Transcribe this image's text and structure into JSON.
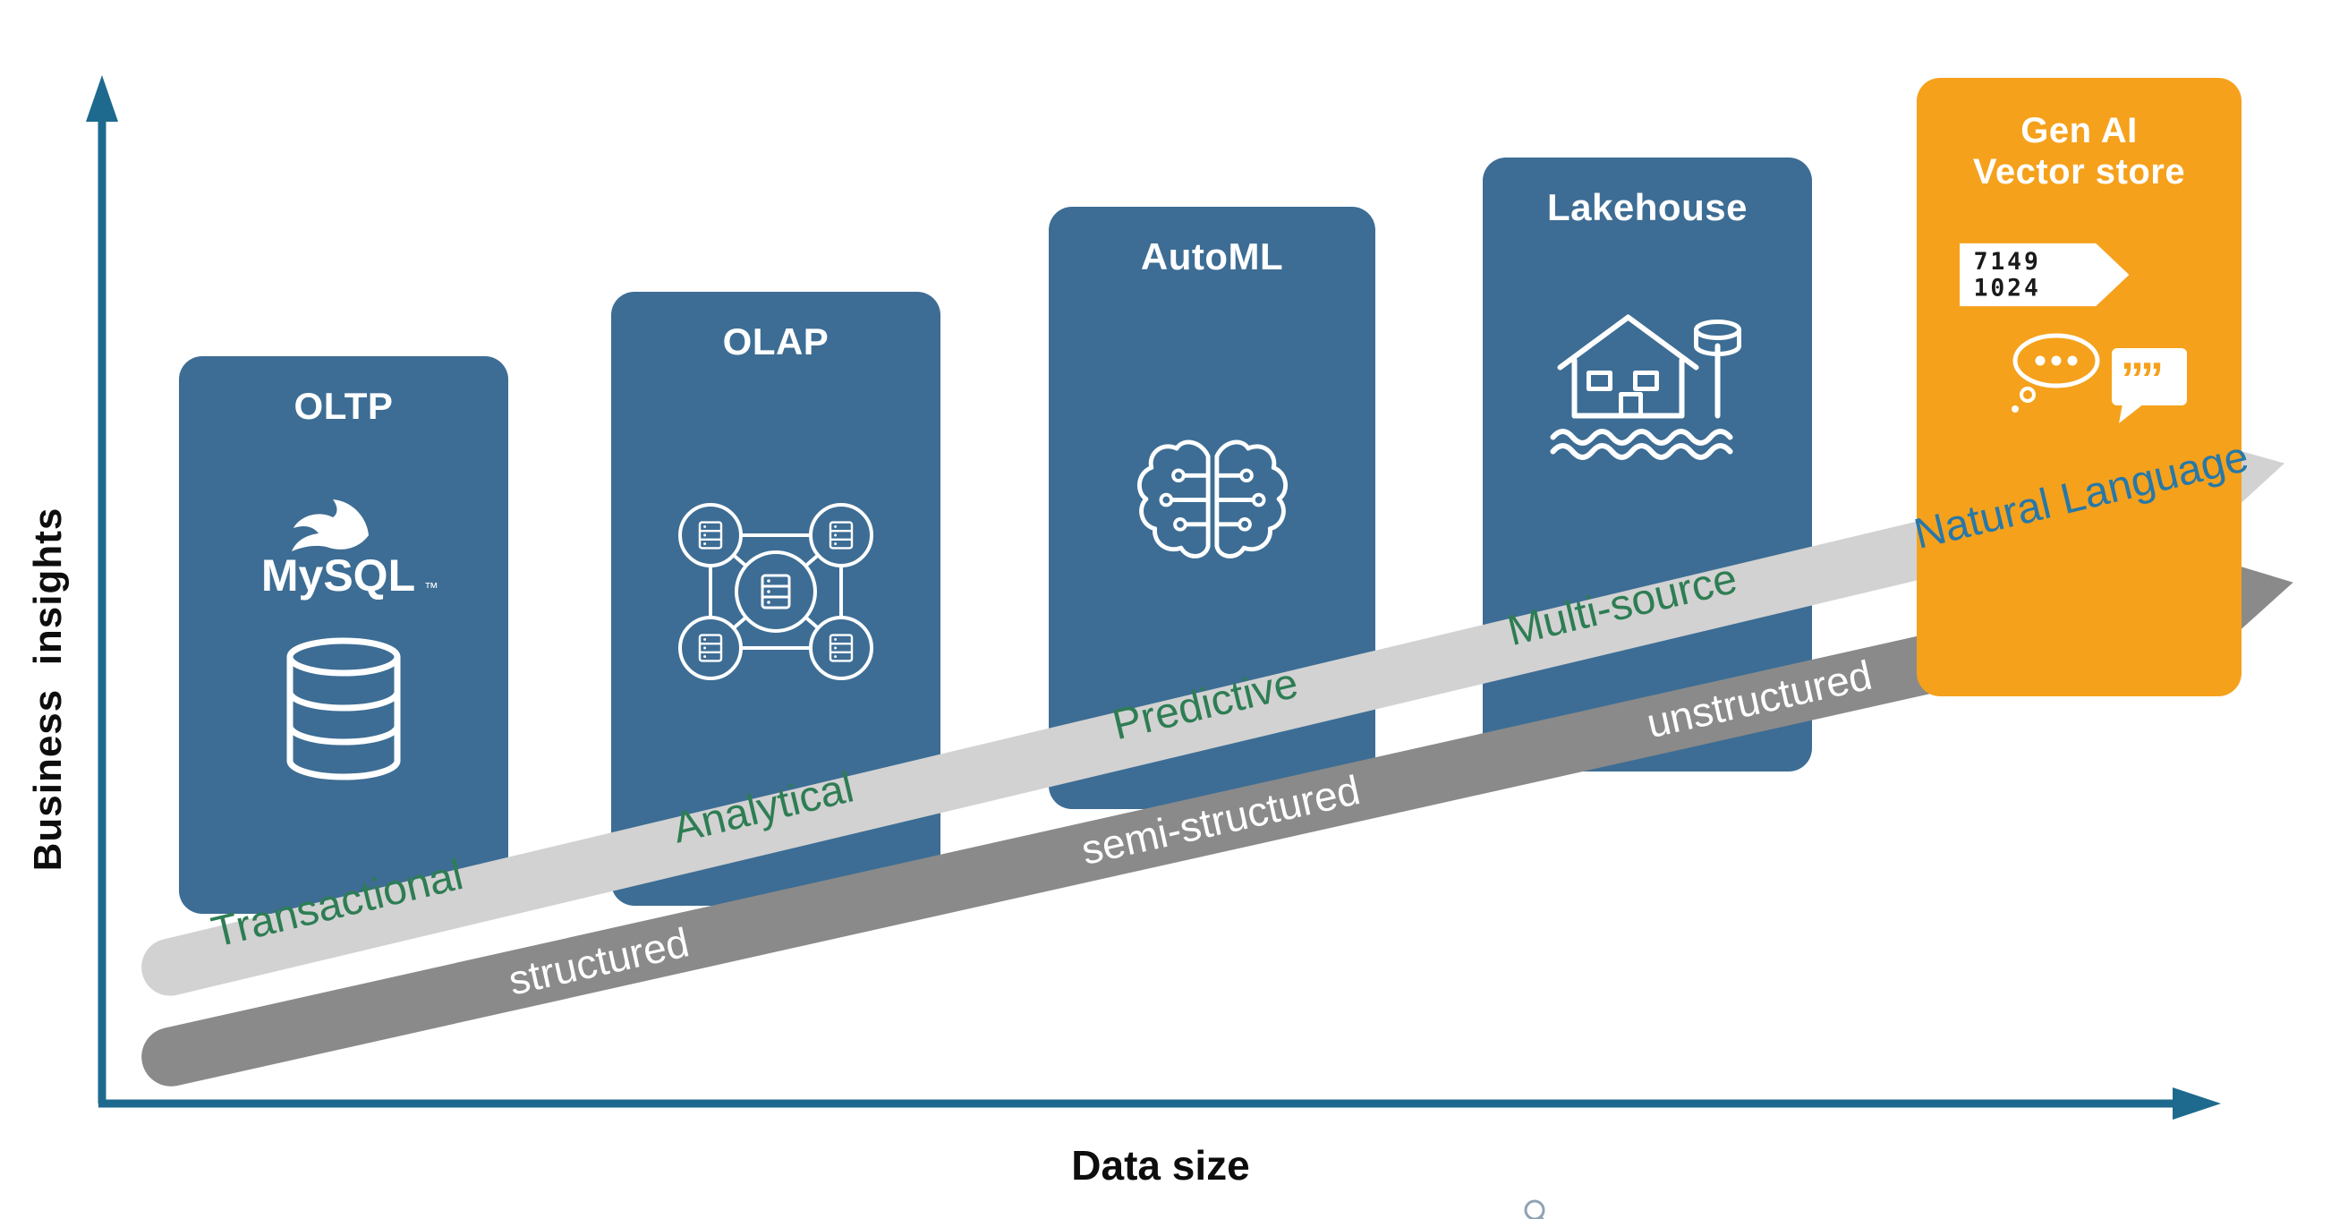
{
  "axes": {
    "y_label": "Business  insights",
    "x_label": "Data size"
  },
  "cards": {
    "oltp": {
      "title": "OLTP"
    },
    "olap": {
      "title": "OLAP"
    },
    "automl": {
      "title": "AutoML"
    },
    "lakehouse": {
      "title": "Lakehouse"
    },
    "genai": {
      "title_line1": "Gen AI",
      "title_line2": "Vector store",
      "vector_values": [
        "7149",
        "1024"
      ]
    }
  },
  "mysql_label": "MySQL",
  "mysql_tm": "™",
  "insight_labels": [
    "Transactional",
    "Analytical",
    "Predictive",
    "Multi-source",
    "Natural Language"
  ],
  "structure_labels": [
    "structured",
    "semi-structured",
    "unstructured"
  ],
  "colors": {
    "card_blue": "#3D6D94",
    "card_orange": "#F5A11C",
    "axis": "#1D6A8E",
    "green_label": "#2E7D54",
    "natural_language_label": "#2778A8",
    "light_arrow": "#D2D2D2",
    "dark_arrow": "#8A8A8A"
  }
}
